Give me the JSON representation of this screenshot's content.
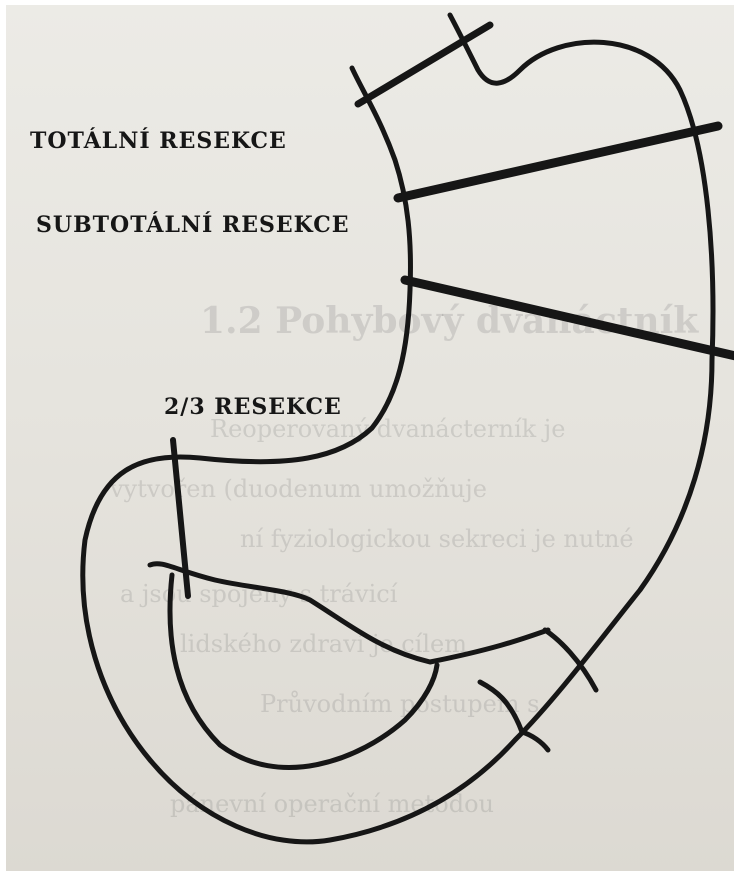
{
  "labels": {
    "total_resection": "TOTÁLNÍ RESEKCE",
    "subtotal_resection": "SUBTOTÁLNÍ RESEKCE",
    "two_thirds_resection": "2/3 RESEKCE"
  },
  "bleed_through": {
    "heading": "1.2 Pohybový dvanáctník",
    "lines": [
      "Reoperovaný dvanácterník je",
      "vytvořen (duodenum umožňuje",
      "ní fyziologickou sekreci je nutné",
      "a jsou spojeny s trávicí",
      "lidského zdraví je cílem",
      "Průvodním postupem s",
      "pánevní operační metodou"
    ]
  },
  "colors": {
    "ink": "#161616",
    "paper": "#e8e6e0"
  }
}
